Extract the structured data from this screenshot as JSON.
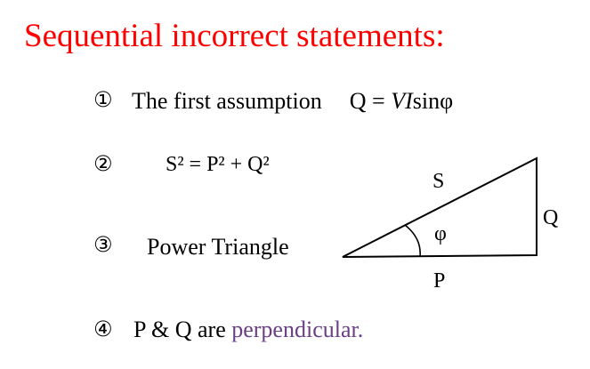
{
  "title": {
    "text": "Sequential incorrect statements:",
    "color": "#ff0000"
  },
  "statements": [
    {
      "number": "①",
      "text": "The first assumption",
      "formula": {
        "lhs": "Q",
        "eq": "=",
        "v": "V",
        "i": "I",
        "fn": "sinφ"
      }
    },
    {
      "number": "②",
      "text": "S² = P² + Q²"
    },
    {
      "number": "③",
      "text": "Power Triangle"
    },
    {
      "number": "④",
      "text_main": "P & Q are",
      "text_highlight": "perpendicular.",
      "highlight_color": "#6b3f86"
    }
  ],
  "triangle": {
    "hypotenuse_label": "S",
    "angle_label": "φ",
    "opposite_label": "Q",
    "adjacent_label": "P"
  }
}
